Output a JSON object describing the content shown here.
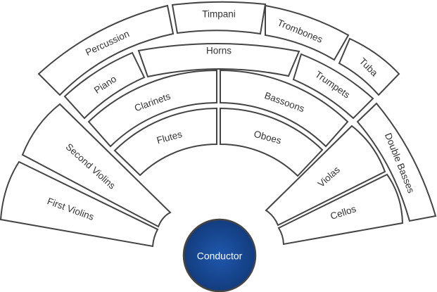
{
  "diagram": {
    "sections": {
      "percussion": "Percussion",
      "timpani": "Timpani",
      "trombones": "Trombones",
      "tuba": "Tuba",
      "horns": "Horns",
      "piano": "Piano",
      "trumpets": "Trumpets",
      "clarinets": "Clarinets",
      "bassoons": "Bassoons",
      "flutes": "Flutes",
      "oboes": "Oboes",
      "second_violins": "Second Violins",
      "first_violins": "First Violins",
      "violas": "Violas",
      "cellos": "Cellos",
      "double_basses": "Double Basses"
    },
    "conductor": "Conductor",
    "colors": {
      "conductor_fill": "#1a4d9c",
      "conductor_edge": "#123a7a",
      "outline": "#444444"
    }
  }
}
